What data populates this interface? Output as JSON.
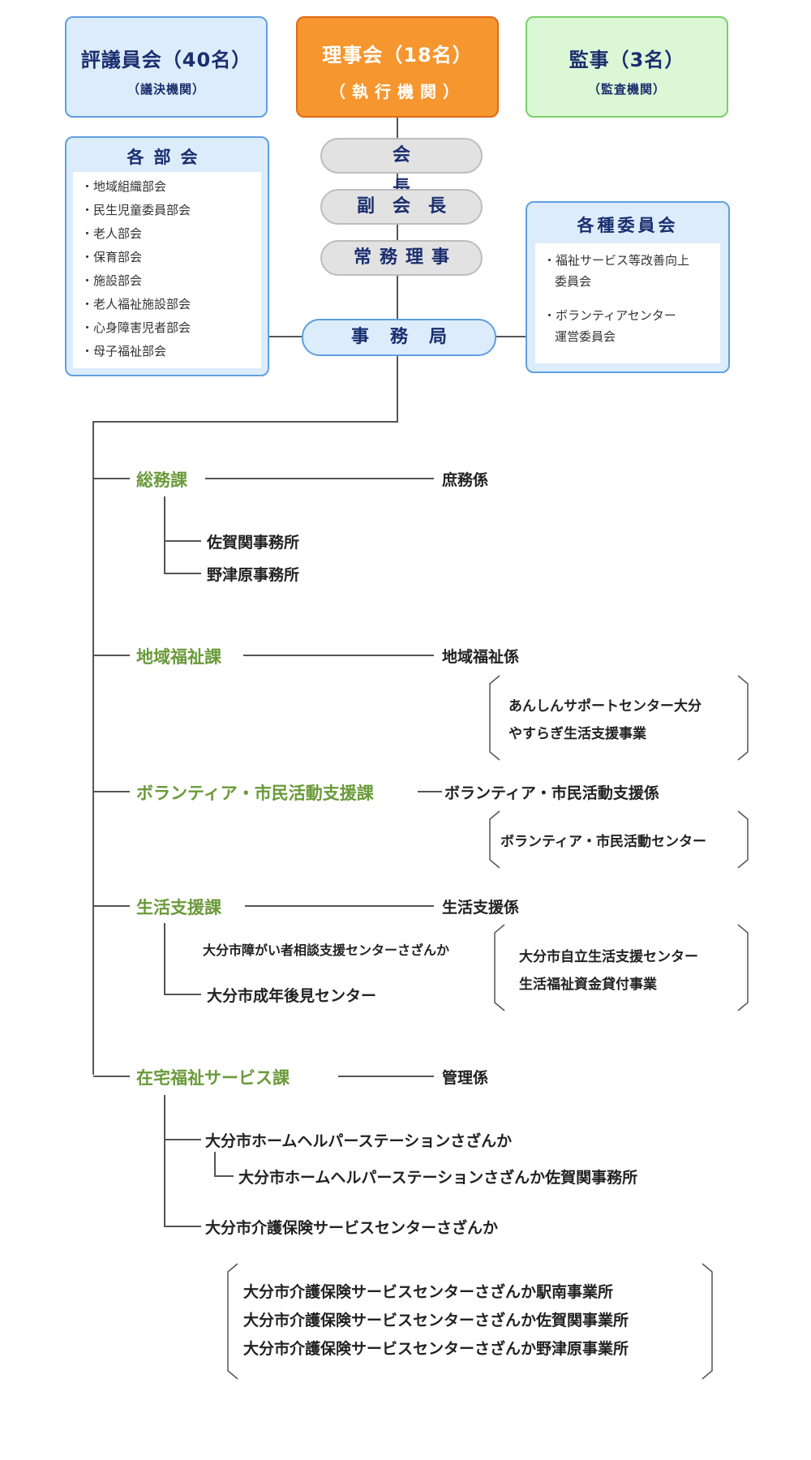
{
  "board": {
    "council": {
      "title": "評議員会（40名）",
      "sub": "（議決機関）"
    },
    "directors": {
      "title": "理事会（18名）",
      "sub": "（執行機関）"
    },
    "auditors": {
      "title": "監事（3名）",
      "sub": "（監査機関）"
    }
  },
  "subcommittees": {
    "title": "各部会",
    "items": [
      "・地域組織部会",
      "・民生児童委員部会",
      "・老人部会",
      "・保育部会",
      "・施設部会",
      "・老人福祉施設部会",
      "・心身障害児者部会",
      "・母子福祉部会"
    ]
  },
  "committees": {
    "title": "各種委員会",
    "items": [
      "・福祉サービス等改善向上",
      "委員会",
      "・ボランティアセンター",
      "運営委員会"
    ]
  },
  "officers": {
    "chair": "会長",
    "vice": "副会長",
    "managing": "常務理事",
    "secretariat": "事務局"
  },
  "departments": {
    "general": {
      "name": "総務課",
      "unit": "庶務係",
      "offices": [
        "佐賀関事務所",
        "野津原事務所"
      ]
    },
    "community": {
      "name": "地域福祉課",
      "unit": "地域福祉係",
      "projects": [
        "あんしんサポートセンター大分",
        "やすらぎ生活支援事業"
      ]
    },
    "volunteer": {
      "name": "ボランティア・市民活動支援課",
      "unit": "ボランティア・市民活動支援係",
      "projects": [
        "ボランティア・市民活動センター"
      ]
    },
    "life": {
      "name": "生活支援課",
      "unit": "生活支援係",
      "offices": [
        "大分市障がい者相談支援センターさざんか",
        "大分市成年後見センター"
      ],
      "projects": [
        "大分市自立生活支援センター",
        "生活福祉資金貸付事業"
      ]
    },
    "home": {
      "name": "在宅福祉サービス課",
      "unit": "管理係",
      "offices": [
        "大分市ホームヘルパーステーションさざんか",
        "大分市ホームヘルパーステーションさざんか佐賀関事務所",
        "大分市介護保険サービスセンターさざんか"
      ],
      "projects": [
        "大分市介護保険サービスセンターさざんか駅南事業所",
        "大分市介護保険サービスセンターさざんか佐賀関事業所",
        "大分市介護保険サービスセンターさざんか野津原事業所"
      ]
    }
  },
  "colors": {
    "dept": "#6a9a3a",
    "blue_border": "#5fa0e0",
    "blue_fill": "#dcecfb",
    "orange": "#f5962e",
    "green_fill": "#dcf7d6",
    "gray_pill": "#e2e2e2"
  }
}
